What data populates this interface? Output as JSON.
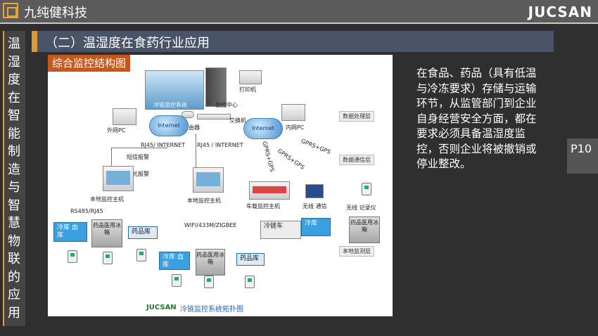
{
  "header": {
    "brand_cn": "九纯健科技",
    "brand_en": "JUCSAN"
  },
  "sidebar": {
    "vertical_title": "温湿度在智能制造与智慧物联的应用"
  },
  "section": {
    "title": "（二）温湿度在食药行业应用"
  },
  "diagram": {
    "tag": "综合监控结构图",
    "layers": [
      "数据处理层",
      "数据通信层",
      "本地监测层"
    ],
    "labels": {
      "monitor": "冷链监控系统",
      "printer": "打印机",
      "control_center": "总控中心",
      "switch": "交换机",
      "router": "路由器",
      "internet_left": "Internet",
      "internet_right": "Internet",
      "external_pc": "外网PC",
      "internal_pc": "内网PC",
      "rj45_left": "RJ45/ INTERNET",
      "rj45_mid": "RJ45 / INTERNET",
      "gprs_1": "GPRS+GPS",
      "gprs_2": "GPRS+GPS",
      "gprs_3": "GPRS+GPS",
      "sms_alarm": "短信报警",
      "sound_alarm": "声光报警",
      "local_host_1": "本地监控主机",
      "local_host_2": "本地监控主机",
      "vehicle_host": "车载监控主机",
      "wireless_comm": "无线 通信",
      "wireless_recorder": "无线 记录仪",
      "rs485": "RS485/RJ45",
      "wifi": "WIFI/433M/ZIGBEE",
      "cold_blood_1": "冷库 血库",
      "pharm_fridge_1": "药品医用冰箱",
      "drug_store_1": "药品库",
      "cold_blood_2": "冷库 血库",
      "pharm_fridge_2": "药品医用冰箱",
      "drug_store_2": "药品库",
      "cold_truck": "冷链车",
      "cold_store": "冷库",
      "pharm_fridge_3": "药品医用冰箱",
      "footer_brand": "JUCSAN",
      "footer_title": "冷链监控系统拓扑图"
    }
  },
  "description": "在食品、药品（具有低温与冷冻要求）存储与运输环节，从监管部门到企业自身经营安全方面，都在要求必须具备温湿度监控，否则企业将被撤销或停业整改。",
  "page_number": "P10",
  "colors": {
    "accent": "#d99a39",
    "tag": "#c6571d",
    "section_bg": "#4a5468",
    "page_bg": "#2f2f2f"
  }
}
